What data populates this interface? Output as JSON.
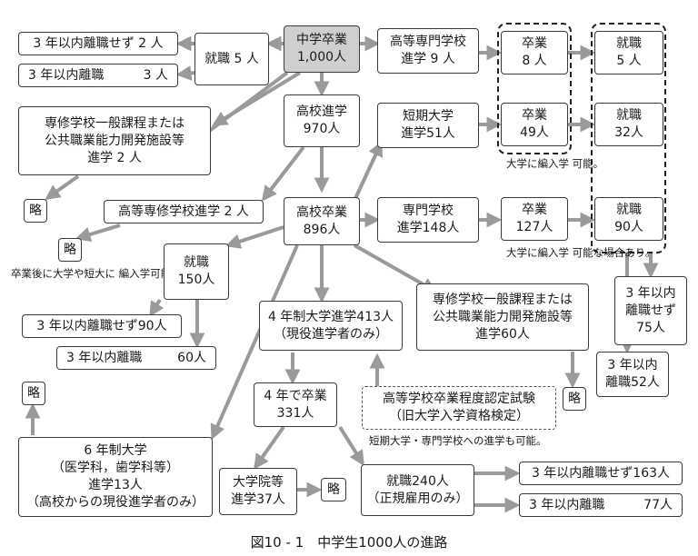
{
  "nodes": {
    "junior_grad": {
      "line1": "中学卒業",
      "line2": "1,000人"
    },
    "leave3_none": {
      "label": "3 年以内離職せず 2 人"
    },
    "leave3": {
      "label": "3 年以内離職",
      "value": "3 人"
    },
    "job5": {
      "label": "就職 5 人"
    },
    "tech_college": {
      "line1": "高等専門学校",
      "line2": "進学 9 人"
    },
    "tc_grad": {
      "line1": "卒業",
      "line2": "8 人"
    },
    "tc_job": {
      "line1": "就職",
      "line2": "5 人"
    },
    "hs_enroll": {
      "line1": "高校進学",
      "line2": "970人"
    },
    "vocational_general": {
      "line1": "専修学校一般課程または",
      "line2": "公共職業能力開発施設等",
      "line3": "進学 2 人"
    },
    "junior_college": {
      "line1": "短期大学",
      "line2": "進学51人"
    },
    "jc_grad": {
      "line1": "卒業",
      "line2": "49人"
    },
    "jc_job": {
      "line1": "就職",
      "line2": "32人"
    },
    "omit1": {
      "label": "略"
    },
    "senshu_high": {
      "label": "高等専修学校進学 2 人"
    },
    "hs_grad": {
      "line1": "高校卒業",
      "line2": "896人"
    },
    "senmon": {
      "line1": "専門学校",
      "line2": "進学148人"
    },
    "senmon_grad": {
      "line1": "卒業",
      "line2": "127人"
    },
    "senmon_job": {
      "line1": "就職",
      "line2": "90人"
    },
    "omit2": {
      "label": "略"
    },
    "hs_job": {
      "line1": "就職",
      "line2": "150人"
    },
    "hs_leave_none": {
      "label": "3 年以内離職せず90人"
    },
    "hs_leave": {
      "label": "3 年以内離職",
      "value": "60人"
    },
    "univ4": {
      "line1": "4 年制大学進学413人",
      "line2": "（現役進学者のみ）"
    },
    "vocational_general_hs": {
      "line1": "専修学校一般課程または",
      "line2": "公共職業能力開発施設等",
      "line3": "進学60人"
    },
    "sm_leave_none": {
      "line1": "3 年以内",
      "line2": "離職せず",
      "line3": "75人"
    },
    "sm_leave": {
      "line1": "3 年以内",
      "line2": "離職52人"
    },
    "omit3": {
      "label": "略"
    },
    "univ4_grad": {
      "line1": "4 年で卒業",
      "line2": "331人"
    },
    "equiv_exam": {
      "line1": "高等学校卒業程度認定試験",
      "line2": "（旧大学入学資格検定）"
    },
    "omit4": {
      "label": "略"
    },
    "univ6": {
      "line1": "6 年制大学",
      "line2": "（医学科，歯学科等）",
      "line3": "進学13人",
      "line4": "（高校からの現役進学者のみ）"
    },
    "grad_school": {
      "line1": "大学院等",
      "line2": "進学37人"
    },
    "omit5": {
      "label": "略"
    },
    "u_job": {
      "line1": "就職240人",
      "line2": "（正規雇用のみ）"
    },
    "u_leave_none": {
      "label": "3 年以内離職せず163人"
    },
    "u_leave": {
      "label": "3 年以内離職",
      "value": "77人"
    }
  },
  "notes": {
    "transfer1_l1": "大学に編入学",
    "transfer1_l2": "可能。",
    "transfer2_l1": "大学に編入学",
    "transfer2_l2": "可能な場合あり。",
    "after_grad_l1": "卒業後に大学や短大に",
    "after_grad_l2": "編入学可能な場合あり。",
    "exam_note": "短期大学・専門学校への進学も可能。"
  },
  "caption": "図10 - 1　中学生1000人の進路",
  "colors": {
    "arrow": "#9a9a9a",
    "highlight": "#cfcfcf",
    "border": "#3a3a3a"
  }
}
